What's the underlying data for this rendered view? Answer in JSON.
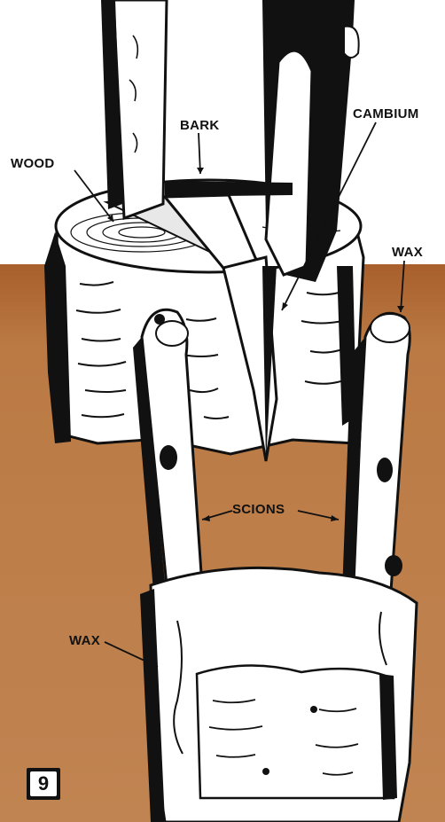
{
  "labels": {
    "wood": "WOOD",
    "bark": "BARK",
    "cambium": "CAMBIUM",
    "wax_top": "WAX",
    "scions": "SCIONS",
    "wax_bottom": "WAX"
  },
  "figure_number": "9",
  "colors": {
    "soil": "#b8743d",
    "soil_dark": "#9a5a29",
    "ink": "#111111",
    "paper": "#ffffff",
    "wood_shade": "#efe8dc"
  }
}
